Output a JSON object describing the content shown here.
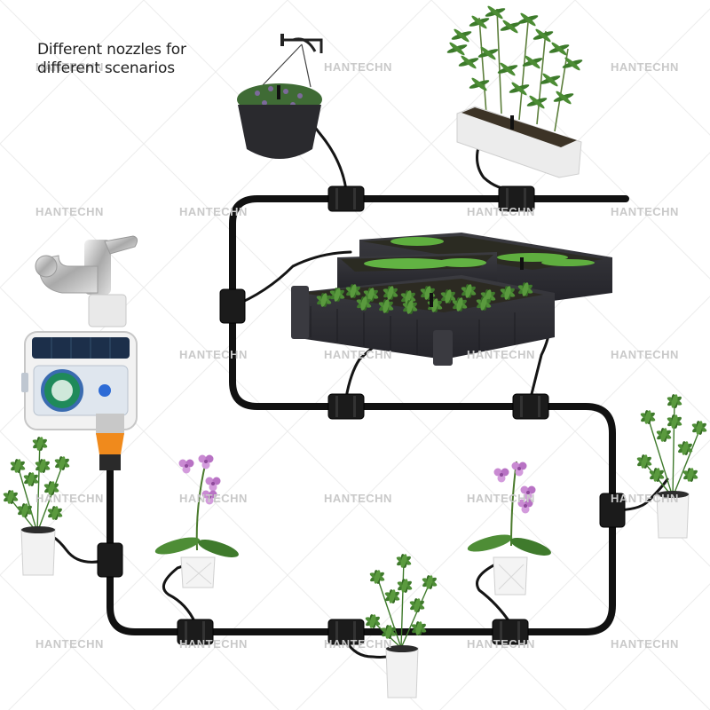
{
  "caption": {
    "line1": "Different nozzles for",
    "line2": "different scenarios"
  },
  "watermark": {
    "text": "HANTECHN",
    "color": "#c9c9c9"
  },
  "colors": {
    "tube": "#111111",
    "connector": "#1b1b1b",
    "timer_adapter": "#f08a1c",
    "timer_screen": "#1f8a5a",
    "planter_dark": "#2e2e33",
    "pot_white": "#f2f2f2",
    "foliage": "#3f7a2c",
    "orchid": "#c07cc9"
  },
  "icons": {
    "faucet": "faucet-icon",
    "timer": "water-timer-icon",
    "connector": "drip-tee-connector-icon",
    "nozzle": "drip-nozzle-icon"
  }
}
